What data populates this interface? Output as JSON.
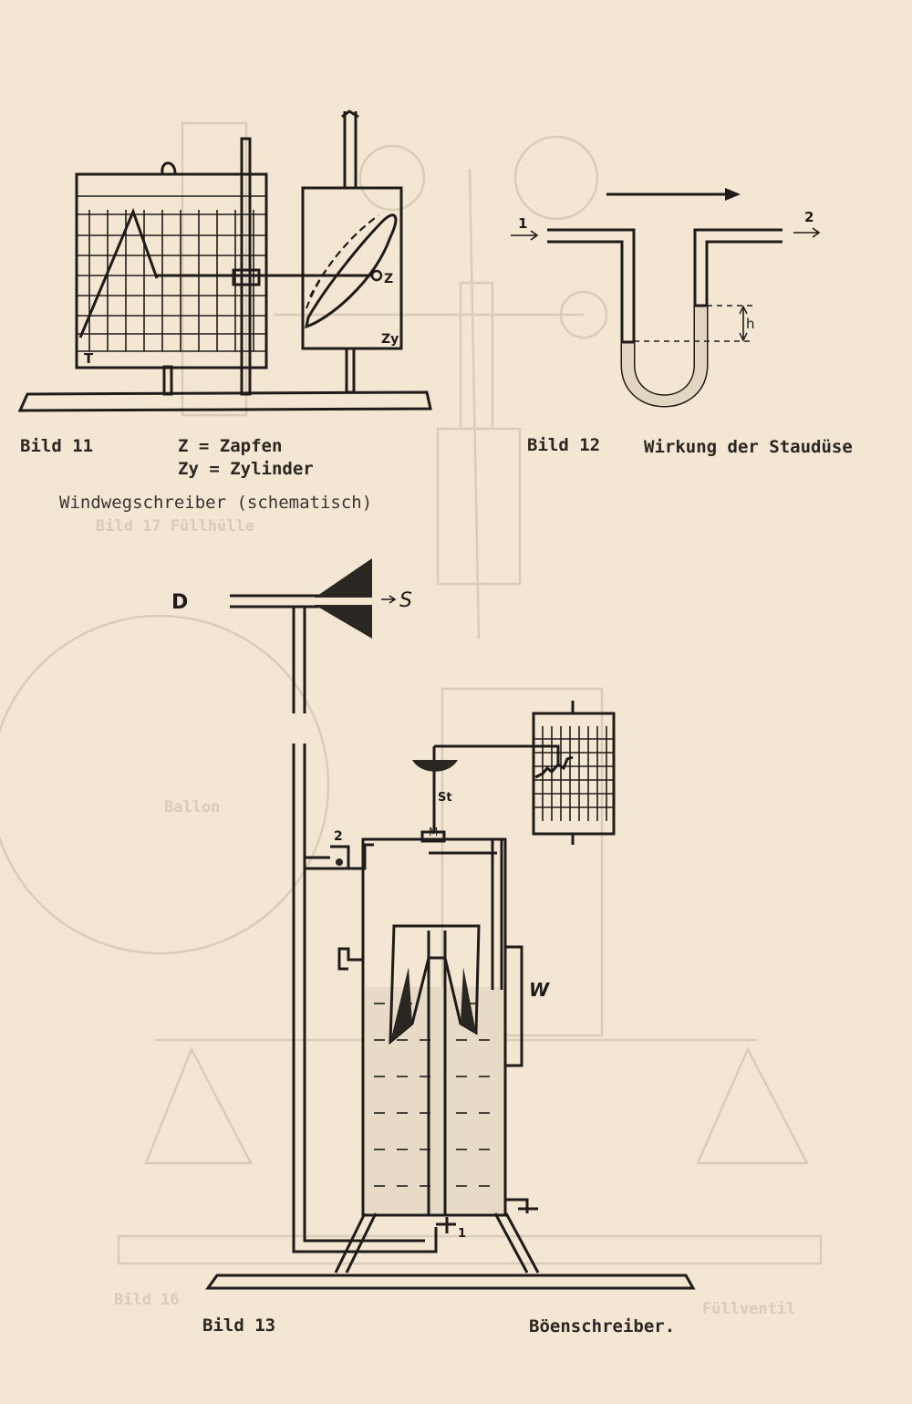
{
  "figure11": {
    "caption_number": "Bild 11",
    "legend_line1": "Z = Zapfen",
    "legend_line2": "Zy = Zylinder",
    "subtitle": "Windwegschreiber (schematisch)",
    "labels": {
      "drum": "T",
      "pivot": "Z",
      "cylinder": "Zy"
    }
  },
  "figure12": {
    "caption_number": "Bild 12",
    "caption_title": "Wirkung der Staudüse",
    "labels": {
      "inlet": "1",
      "outlet": "2",
      "height": "h"
    }
  },
  "figure13": {
    "caption_number": "Bild 13",
    "caption_title": "Böenschreiber.",
    "labels": {
      "pressure": "D",
      "suction": "S",
      "tap2": "2",
      "tap1": "1",
      "float": "W",
      "rod": "St",
      "mark": "M"
    }
  },
  "background_ghost": {
    "texts": [
      "Ballon",
      "Bild 17 Füllhülle",
      "Bild 16",
      "Füllventil"
    ]
  }
}
